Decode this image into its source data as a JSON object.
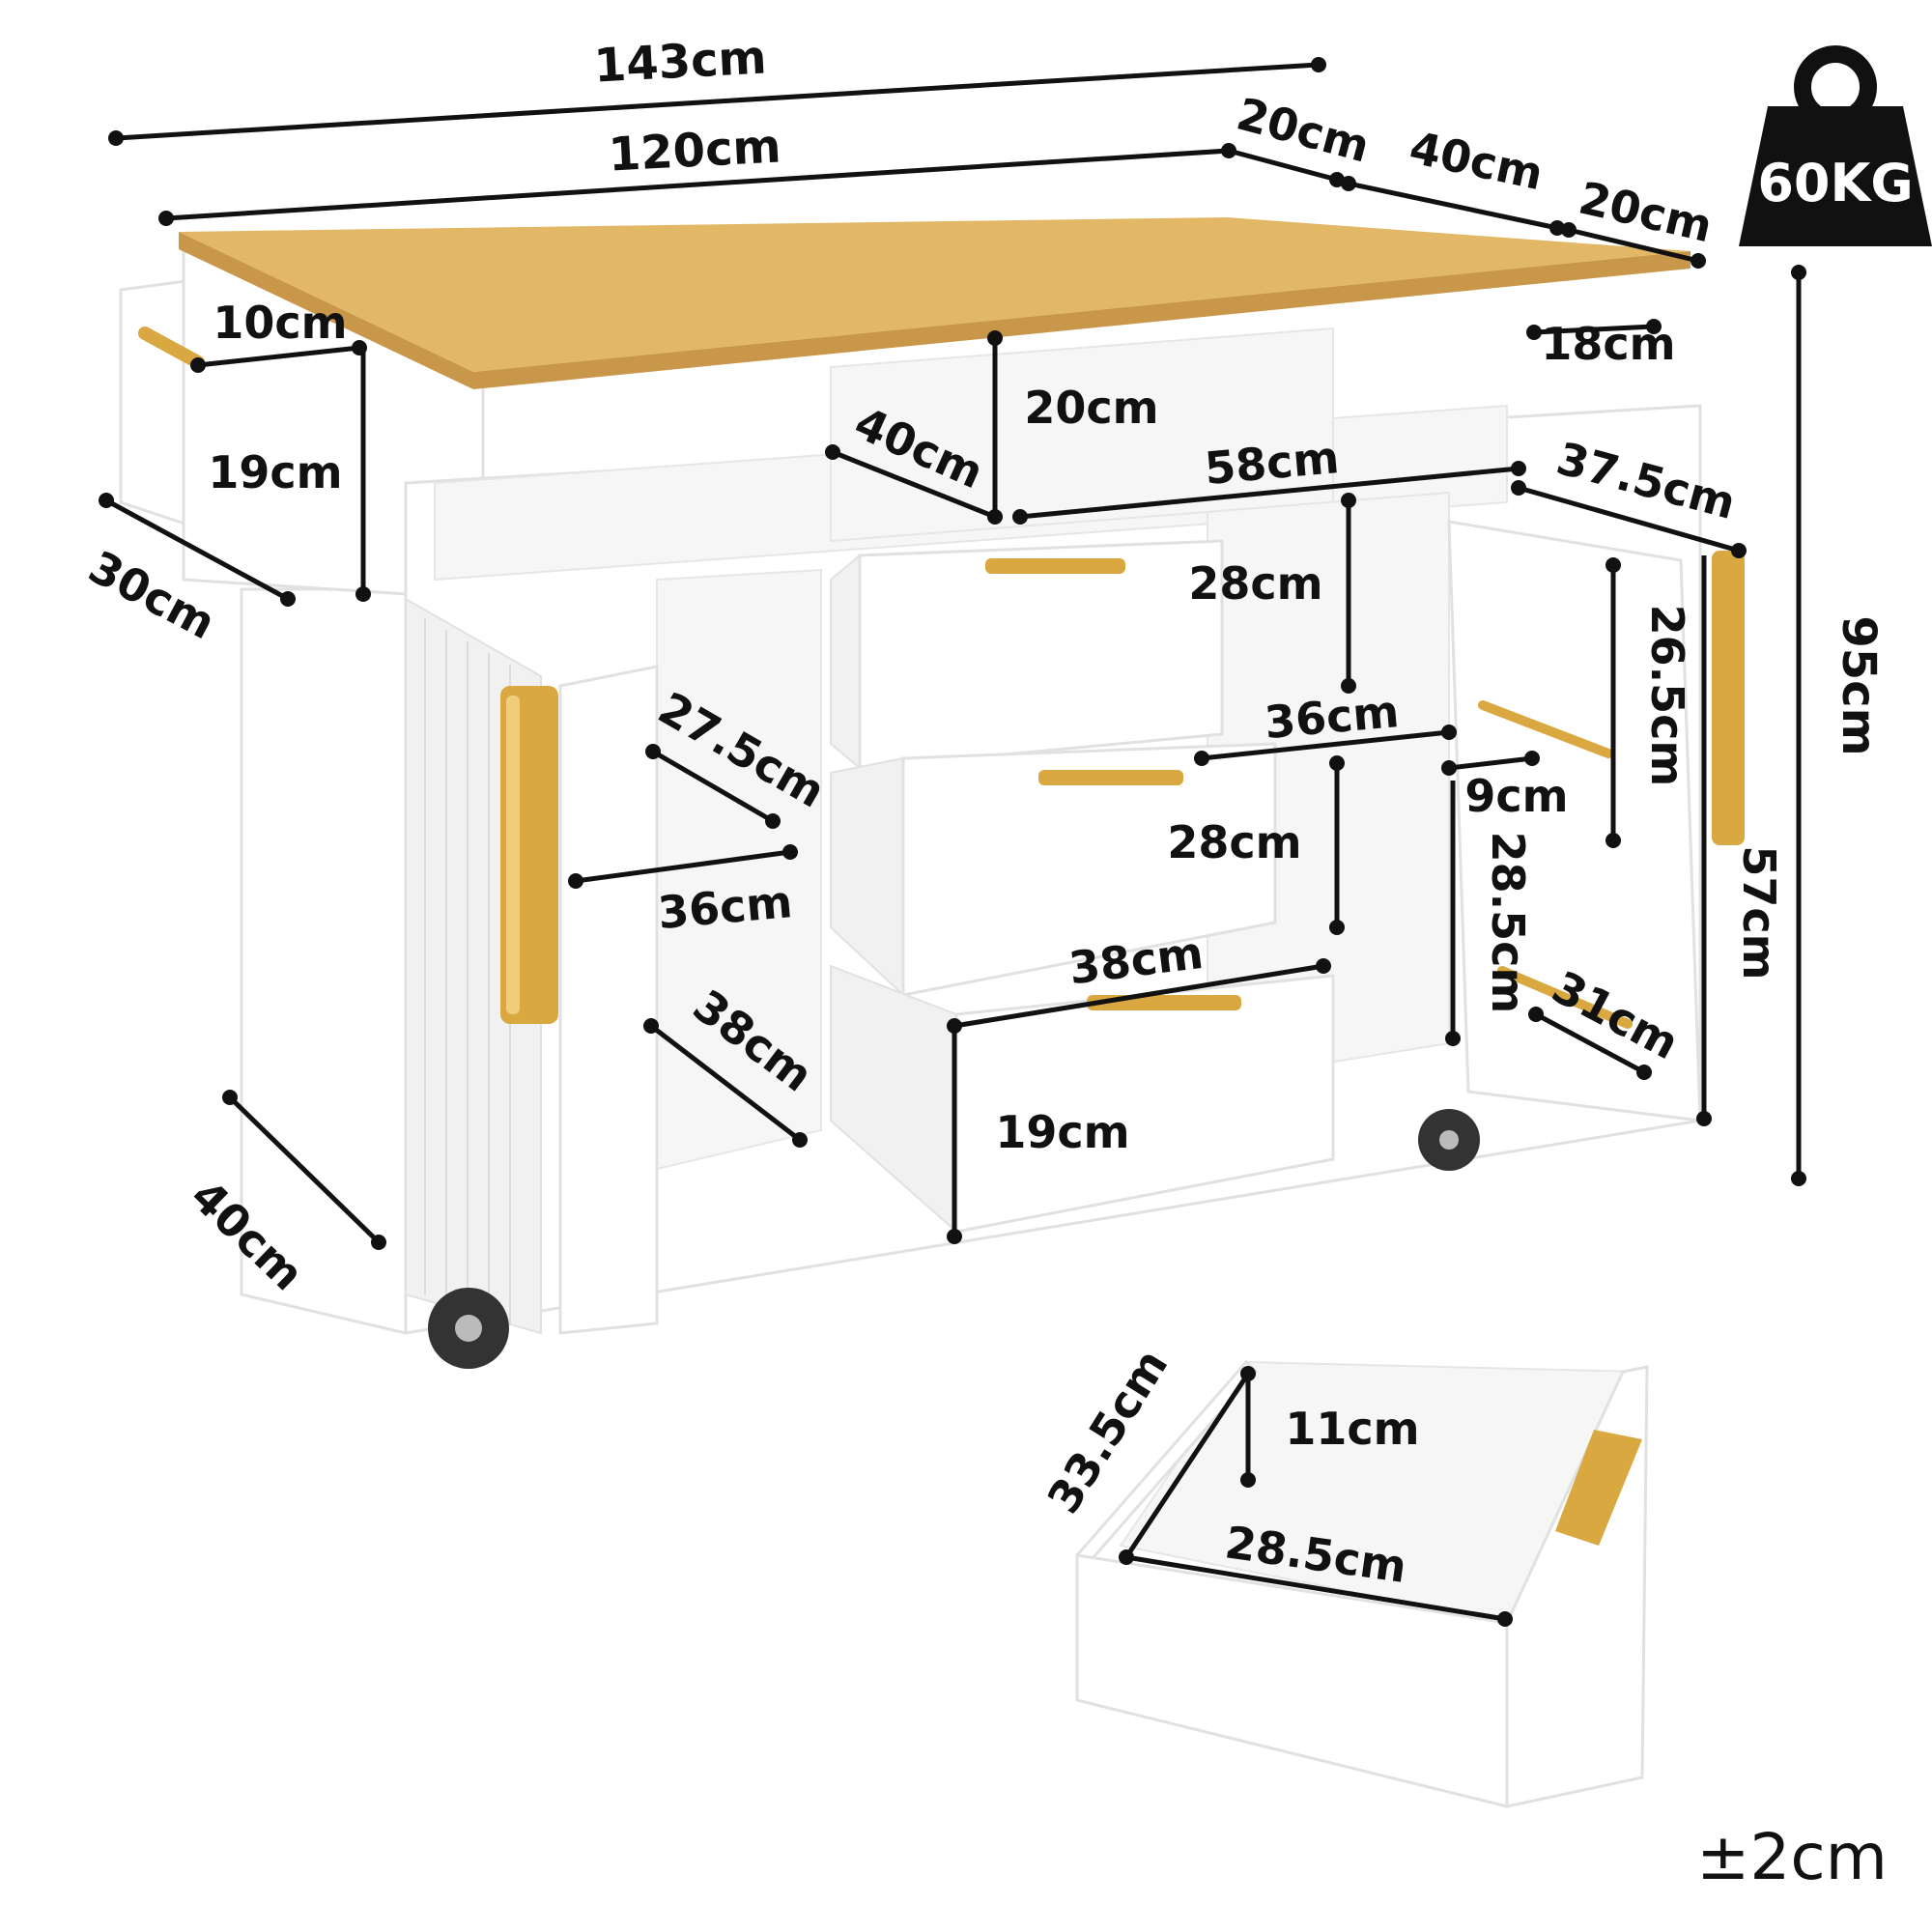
{
  "weight_badge": {
    "label": "60KG"
  },
  "tolerance": {
    "label": "±2cm"
  },
  "dimensions": {
    "total_width": "143cm",
    "top_width": "120cm",
    "leaf_left": "20cm",
    "leaf_mid": "40cm",
    "leaf_right": "20cm",
    "towel_bar": "10cm",
    "side_rack_height": "19cm",
    "side_rack_depth": "30cm",
    "shelf_height": "20cm",
    "shelf_depth": "40cm",
    "shelf_width": "58cm",
    "right_overhang": "18cm",
    "door_width": "37.5cm",
    "total_height": "95cm",
    "drawer_gap_upper": "28cm",
    "cabinet_width_upper": "36cm",
    "inner_rack_height": "26.5cm",
    "spice_rack_depth": "9cm",
    "drawer_gap_lower": "28cm",
    "door_rack_height": "28.5cm",
    "cabinet_height": "57cm",
    "left_shelf_depth": "27.5cm",
    "left_shelf_width": "36cm",
    "drawer_width": "38cm",
    "left_bottom_depth": "38cm",
    "drawer_front_height": "19cm",
    "door_rack_width": "31cm",
    "base_depth": "40cm",
    "drawer_depth": "33.5cm",
    "drawer_height": "11cm",
    "drawer_inner_width": "28.5cm"
  },
  "colors": {
    "wood": "#e2b867",
    "handle_gold": "#d9a840",
    "body_white": "#ffffff",
    "ink": "#111111"
  },
  "icons": [
    "weight-icon",
    "caster-wheel-icon"
  ]
}
